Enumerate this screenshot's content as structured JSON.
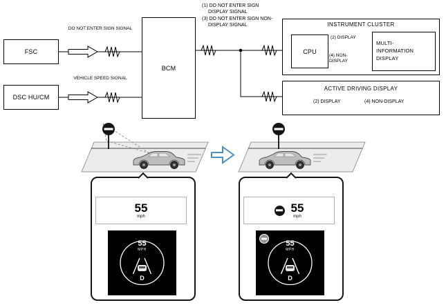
{
  "blocks": {
    "fsc": "FSC",
    "dsc_hu_cm": "DSC HU/CM",
    "bcm": "BCM",
    "instrument_cluster": "INSTRUMENT CLUSTER",
    "cpu": "CPU",
    "multi_information_display": "MULTI-INFORMATION DISPLAY",
    "active_driving_display": "ACTIVE DRIVING DISPLAY"
  },
  "signals": {
    "do_not_enter": "DO NOT ENTER SIGN SIGNAL",
    "vehicle_speed": "VEHICLE SPEED SIGNAL",
    "bus_display": "(1) DO NOT ENTER SIGN DISPLAY SIGNAL",
    "bus_non_display": "(3) DO NOT ENTER SIGN NON-DISPLAY SIGNAL",
    "cpu_display": "(2) DISPLAY",
    "cpu_non_display": "(4) NON-DISPLAY",
    "add_display": "(2) DISPLAY",
    "add_non_display": "(4) NON-DISPLAY"
  },
  "displays": {
    "before": {
      "speed": "55",
      "speed_unit": "mph",
      "gauge_speed": "55",
      "gauge_unit": "MPH",
      "gear": "D"
    },
    "after": {
      "speed": "55",
      "speed_unit": "mph",
      "gauge_speed": "55",
      "gauge_unit": "MPH",
      "gear": "D"
    }
  },
  "icons": {
    "do_not_enter_sign": "do-not-enter-sign",
    "transition_arrow": "right-arrow"
  },
  "colors": {
    "diagram_line": "#000000",
    "road_fill": "#ececec",
    "transition_arrow": "#4a90c2",
    "display_bg": "#000000"
  }
}
